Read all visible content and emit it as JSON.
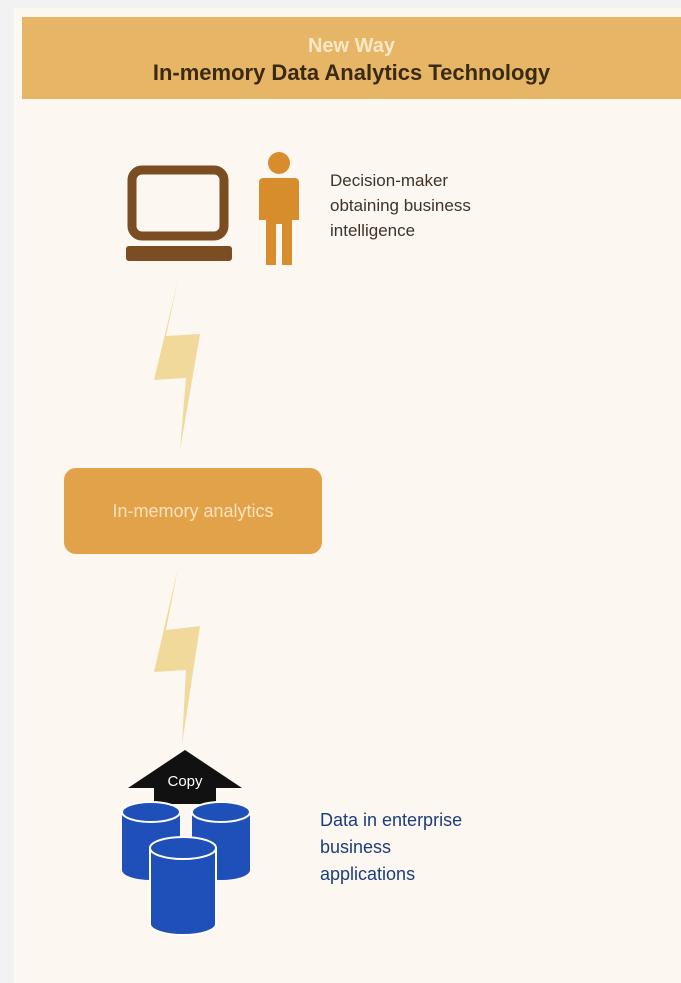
{
  "header": {
    "subtitle": "New Way",
    "title": "In-memory Data Analytics Technology"
  },
  "decision_maker": {
    "label": "Decision-maker\nobtaining business\nintelligence"
  },
  "analytics": {
    "label": "In-memory analytics"
  },
  "data_source": {
    "copy_label": "Copy",
    "label": "Data in enterprise\nbusiness\napplications"
  },
  "colors": {
    "header_bg": "#e6b565",
    "computer": "#7a4d22",
    "person": "#d78d2c",
    "analytics_box": "#e2a249",
    "lightning": "#f0d592",
    "database": "#1f4fb8",
    "arrow": "#111111",
    "data_label": "#1c3d7a"
  },
  "icons": [
    "computer-icon",
    "person-icon",
    "lightning-icon",
    "upload-arrow-icon",
    "database-icon"
  ]
}
